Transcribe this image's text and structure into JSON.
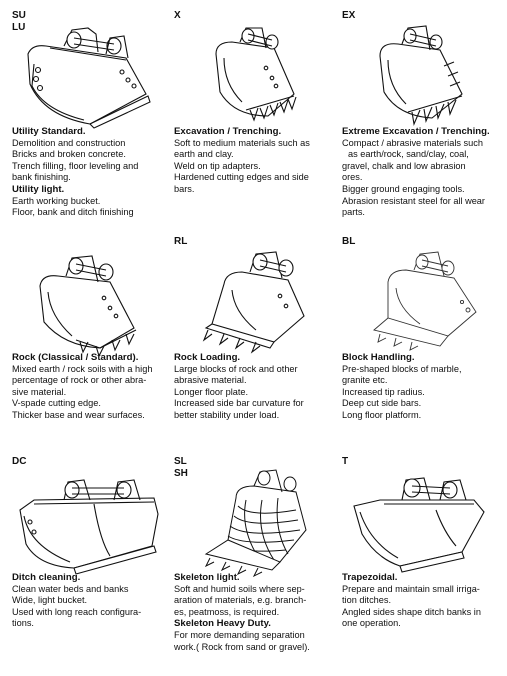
{
  "cells": [
    {
      "codes": [
        "SU",
        "LU"
      ],
      "title": "Utility Standard.",
      "lines": [
        "Demolition and construction",
        "Bricks and broken concrete.",
        "Trench filling, floor leveling and",
        "bank finishing."
      ],
      "title2": "Utility light.",
      "lines2": [
        "Earth working bucket.",
        "Floor, bank and ditch finishing"
      ]
    },
    {
      "codes": [
        "X"
      ],
      "title": "Excavation / Trenching.",
      "lines": [
        "Soft to medium materials such as",
        "earth and clay.",
        "Weld on tip adapters.",
        "Hardened cutting edges and side",
        "bars."
      ]
    },
    {
      "codes": [
        "EX"
      ],
      "title": "Extreme Excavation / Trenching.",
      "lines": [
        "Compact / abrasive materials such",
        "as earth/rock, sand/clay, coal,",
        "gravel, chalk and low abrasion",
        "ores.",
        "Bigger ground engaging tools.",
        "Abrasion resistant steel for all wear",
        "parts."
      ]
    },
    {
      "codes": [],
      "title": "Rock (Classical / Standard).",
      "lines": [
        "Mixed earth / rock soils with a high",
        "percentage of rock or other abra-",
        "sive material.",
        "V-spade cutting edge.",
        "Thicker base and wear surfaces."
      ]
    },
    {
      "codes": [
        "RL"
      ],
      "title": "Rock Loading.",
      "lines": [
        "Large blocks of rock and other",
        "abrasive material.",
        "Longer floor plate.",
        "Increased side bar curvature for",
        "better stability under load."
      ]
    },
    {
      "codes": [
        "BL"
      ],
      "title": "Block Handling.",
      "lines": [
        "Pre-shaped blocks of marble,",
        "granite etc.",
        "Increased tip radius.",
        "Deep cut side bars.",
        "Long floor platform."
      ]
    },
    {
      "codes": [
        "DC"
      ],
      "title": "Ditch cleaning.",
      "lines": [
        "Clean water beds and banks",
        "Wide, light bucket.",
        "Used with long reach configura-",
        "tions."
      ]
    },
    {
      "codes": [
        "SL",
        "SH"
      ],
      "title": "Skeleton light.",
      "lines": [
        "Soft and humid soils where sep-",
        "aration of materials, e.g. branch-",
        "es, peatmoss, is required."
      ],
      "title2": "Skeleton Heavy Duty.",
      "lines2": [
        "For more demanding separation",
        "work.( Rock from sand or gravel)."
      ]
    },
    {
      "codes": [
        "T"
      ],
      "title": "Trapezoidal.",
      "lines": [
        "Prepare and maintain small irriga-",
        "tion ditches.",
        "Angled sides shape ditch banks in",
        "one operation."
      ]
    }
  ]
}
